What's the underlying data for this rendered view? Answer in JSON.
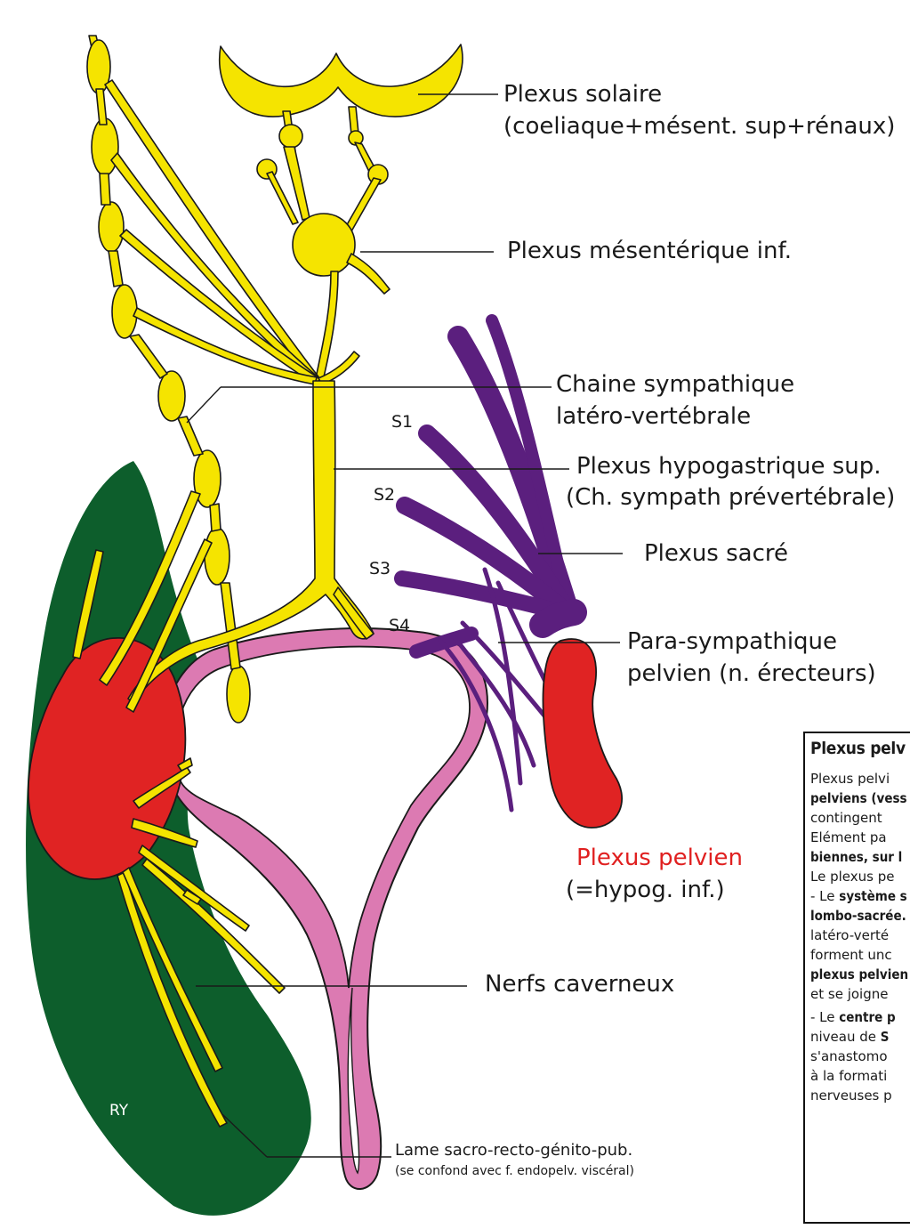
{
  "labels": {
    "plexus_solaire": "Plexus solaire",
    "plexus_solaire_sub": "(coeliaque+mésent. sup+rénaux)",
    "plexus_mesenterique": "Plexus mésentérique inf.",
    "chaine_1": "Chaine sympathique",
    "chaine_2": "latéro-vertébrale",
    "hypogastrique_1": "Plexus hypogastrique sup.",
    "hypogastrique_2": "(Ch. sympath prévertébrale)",
    "plexus_sacre": "Plexus sacré",
    "para_1": "Para-sympathique",
    "para_2": "pelvien (n. érecteurs)",
    "pelvien_1": "Plexus pelvien",
    "pelvien_2": "(=hypog. inf.)",
    "nerfs_caverneux": "Nerfs caverneux",
    "lame_1": "Lame sacro-recto-génito-pub.",
    "lame_2": "(se confond avec f. endopelv. viscéral)",
    "ry": "RY",
    "s1": "S1",
    "s2": "S2",
    "s3": "S3",
    "s4": "S4"
  },
  "infobox": {
    "title": "Plexus pelv",
    "l1": "Plexus pelvi",
    "l2": "pelviens (vess",
    "l3": "contingent",
    "l4": "Elément pa",
    "l5": "biennes, sur l",
    "l6": "Le plexus pe",
    "l7a": "- Le ",
    "l7b": "système s",
    "l8": "lombo-sacrée.",
    "l9": "latéro-verté",
    "l10": "forment unc",
    "l11": "plexus pelvien",
    "l12": "et se joigne",
    "l13a": " - Le ",
    "l13b": "centre p",
    "l14a": "niveau de ",
    "l14b": "S",
    "l15": "s'anastomo",
    "l16": "à la formati",
    "l17": "nerveuses p"
  },
  "colors": {
    "nerve_yellow": "#f5e400",
    "sacral_purple": "#5b1f7e",
    "pelvic_red": "#e02323",
    "fascia_green": "#0d5e2c",
    "prostate_brown": "#b07d46",
    "bladder_pink": "#dc7ab2",
    "pelvien_label_red": "#e02020"
  }
}
